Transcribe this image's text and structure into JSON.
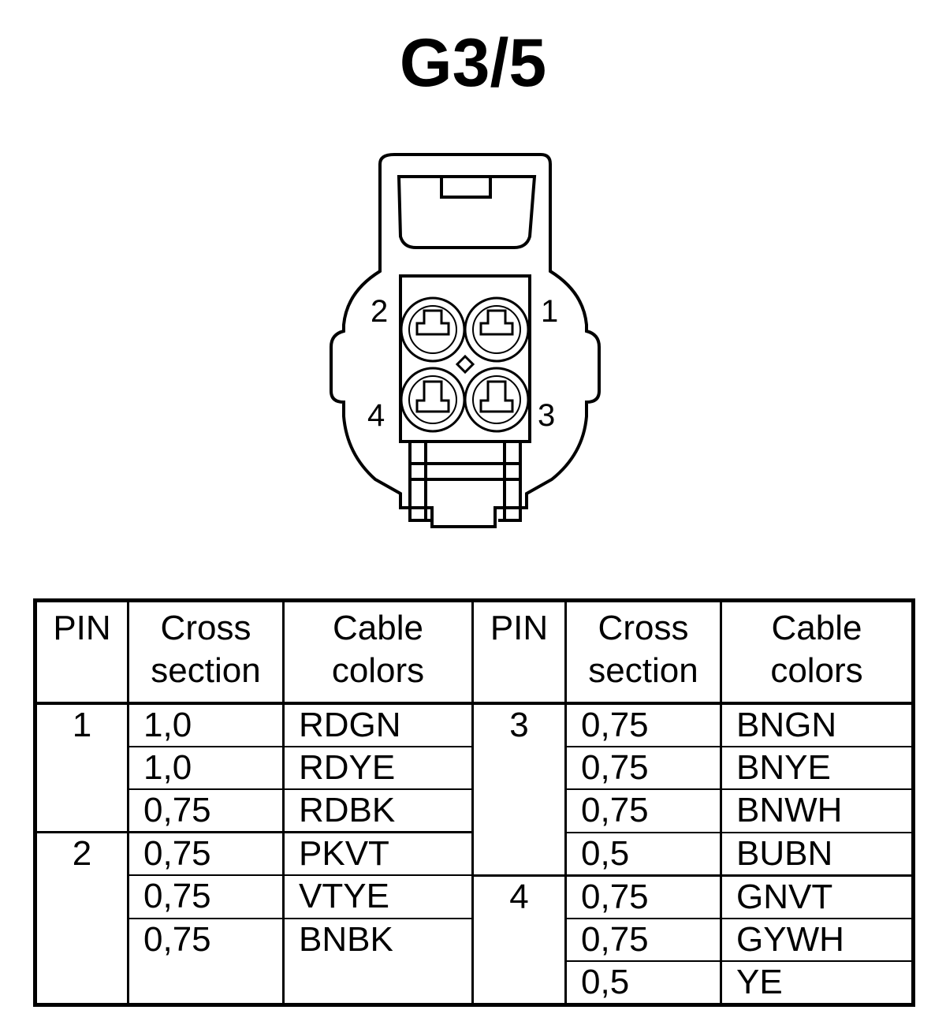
{
  "title": "G3/5",
  "connector": {
    "pin_labels": [
      "2",
      "1",
      "4",
      "3"
    ]
  },
  "table": {
    "headers": {
      "pin": "PIN",
      "cross_l1": "Cross",
      "cross_l2": "section",
      "cable_l1": "Cable",
      "cable_l2": "colors"
    },
    "left": {
      "pin1": "1",
      "pin2": "2",
      "rows": [
        {
          "cs": "1,0",
          "cc": "RDGN"
        },
        {
          "cs": "1,0",
          "cc": "RDYE"
        },
        {
          "cs": "0,75",
          "cc": "RDBK"
        },
        {
          "cs": "0,75",
          "cc": "PKVT"
        },
        {
          "cs": "0,75",
          "cc": "VTYE"
        },
        {
          "cs": "0,75",
          "cc": "BNBK"
        }
      ]
    },
    "right": {
      "pin3": "3",
      "pin4": "4",
      "rows": [
        {
          "cs": "0,75",
          "cc": "BNGN"
        },
        {
          "cs": "0,75",
          "cc": "BNYE"
        },
        {
          "cs": "0,75",
          "cc": "BNWH"
        },
        {
          "cs": "0,5",
          "cc": "BUBN"
        },
        {
          "cs": "0,75",
          "cc": "GNVT"
        },
        {
          "cs": "0,75",
          "cc": "GYWH"
        },
        {
          "cs": "0,5",
          "cc": "YE"
        }
      ]
    }
  }
}
